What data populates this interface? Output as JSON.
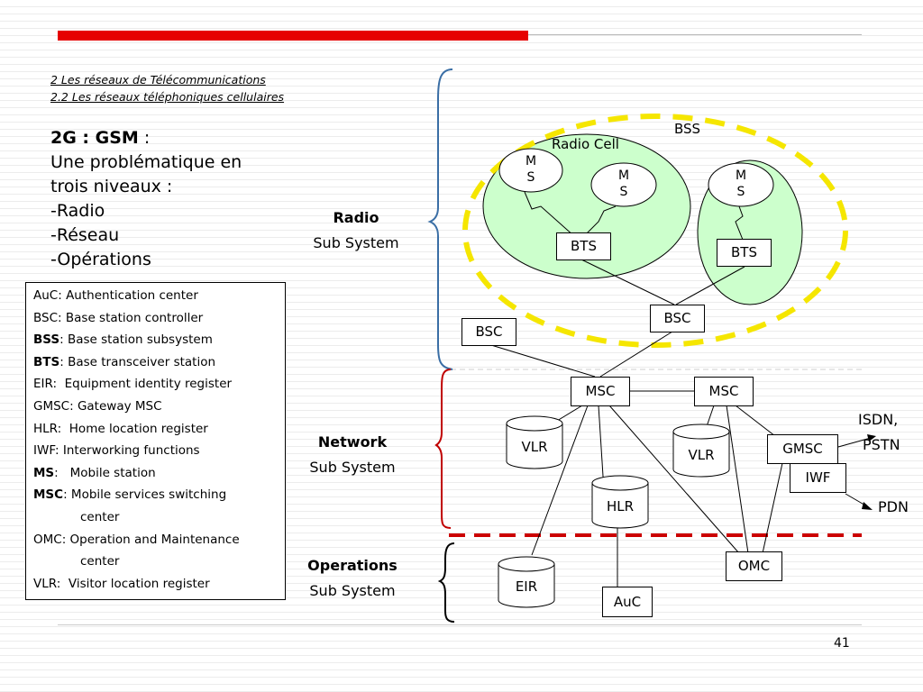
{
  "header": {
    "line1": "2 Les réseaux  de Télécommunications",
    "line2": "2.2 Les réseaux téléphoniques cellulaires"
  },
  "intro": {
    "title": "2G :  GSM",
    "title_suffix": " :",
    "lines": [
      "Une problématique en",
      "trois niveaux :",
      "-Radio",
      "-Réseau",
      "-Opérations"
    ]
  },
  "legend": {
    "items": [
      {
        "abbr": "AuC",
        "sep": ": ",
        "text": "Authentication center",
        "bold": false
      },
      {
        "abbr": "BSC",
        "sep": ": ",
        "text": "Base station controller",
        "bold": false
      },
      {
        "abbr": "BSS",
        "sep": ": ",
        "text": "Base station subsystem",
        "bold": true
      },
      {
        "abbr": "BTS",
        "sep": ": ",
        "text": "Base transceiver station",
        "bold": true
      },
      {
        "abbr": "EIR",
        "sep": ":  ",
        "text": "Equipment identity register",
        "bold": false
      },
      {
        "abbr": "GMSC",
        "sep": ": ",
        "text": "Gateway MSC",
        "bold": false
      },
      {
        "abbr": "HLR",
        "sep": ":  ",
        "text": "Home location register",
        "bold": false
      },
      {
        "abbr": "IWF",
        "sep": ": ",
        "text": "Interworking functions",
        "bold": false
      },
      {
        "abbr": "MS",
        "sep": ":   ",
        "text": "Mobile station",
        "bold": true
      },
      {
        "abbr": "MSC",
        "sep": ": ",
        "text": "Mobile services switching",
        "bold": true
      },
      {
        "abbr": "",
        "sep": "",
        "text": "center",
        "bold": false,
        "indent": true
      },
      {
        "abbr": "OMC",
        "sep": ": ",
        "text": "Operation and Maintenance",
        "bold": false
      },
      {
        "abbr": "",
        "sep": "",
        "text": "center",
        "bold": false,
        "indent": true
      },
      {
        "abbr": "VLR",
        "sep": ":  ",
        "text": "Visitor location register",
        "bold": false
      }
    ]
  },
  "subsystems": {
    "radio": {
      "title": "Radio",
      "sub": "Sub System"
    },
    "network": {
      "title": "Network",
      "sub": "Sub System"
    },
    "operations": {
      "title": "Operations",
      "sub": "Sub System"
    }
  },
  "diagram": {
    "bss_label": "BSS",
    "radio_cell_label": "Radio Cell",
    "ms_labels": [
      "M\nS",
      "M\nS",
      "M\nS"
    ],
    "nodes": {
      "bts_left": "BTS",
      "bts_right": "BTS",
      "bsc_center": "BSC",
      "bsc_left": "BSC",
      "msc_left": "MSC",
      "msc_right": "MSC",
      "gmsc": "GMSC",
      "iwf": "IWF",
      "omc": "OMC",
      "auc": "AuC"
    },
    "databases": {
      "vlr_left": "VLR",
      "vlr_right": "VLR",
      "hlr": "HLR",
      "eir": "EIR"
    },
    "external": {
      "isdn": "ISDN,",
      "pstn": "PSTN",
      "pdn": "PDN"
    }
  },
  "colors": {
    "top_bar": "#e60000",
    "bss_dash": "#f5e600",
    "cell_fill": "#ccffcc",
    "radio_brace": "#3a6ea5",
    "network_brace": "#c00000",
    "ops_divider": "#cc0000"
  },
  "page_number": "41"
}
